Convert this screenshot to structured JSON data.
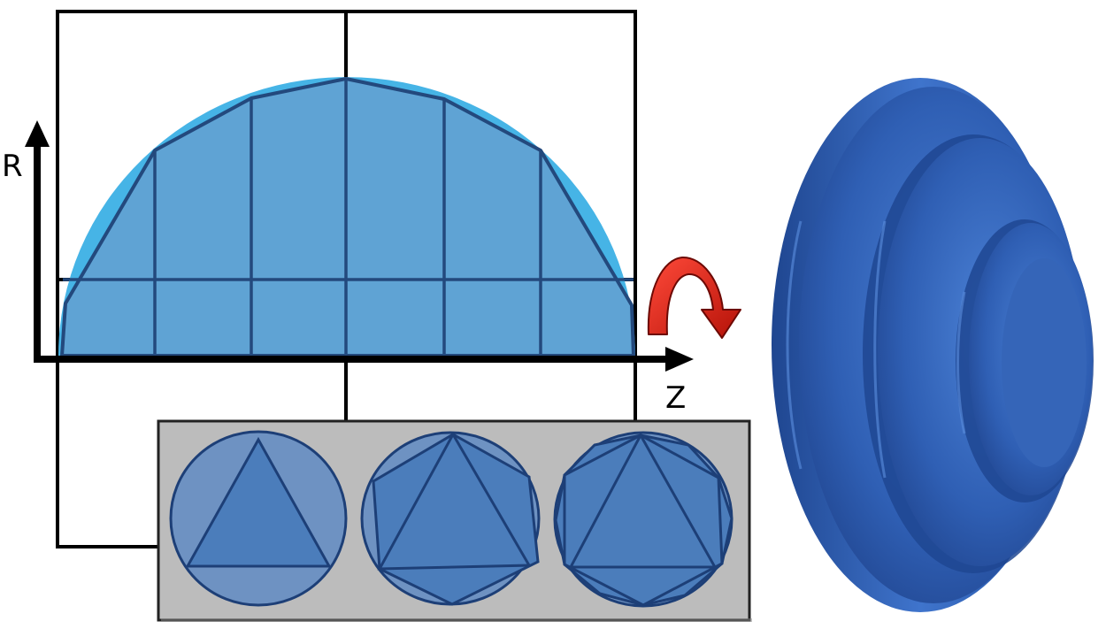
{
  "axes": {
    "r_label": "R",
    "z_label": "Z"
  },
  "colors": {
    "smooth_fill": "#46b4e6",
    "polygon_fill": "#5fa3d4",
    "polygon_stroke": "#23497d",
    "grid_line": "#000000",
    "panel_bg": "#bcbcbc",
    "rotation_arrow": "#d42a1c",
    "solid_body": "#2e5cae"
  },
  "icons": {
    "rotation": "curved-rotation-arrow-icon"
  },
  "cross_section_panel": {
    "items": [
      {
        "inscribed_polygon": "triangle"
      },
      {
        "inscribed_polygon": "triangle-in-hexagon"
      },
      {
        "inscribed_polygon": "triangle-in-hexagon-in-dodecagon"
      }
    ]
  }
}
